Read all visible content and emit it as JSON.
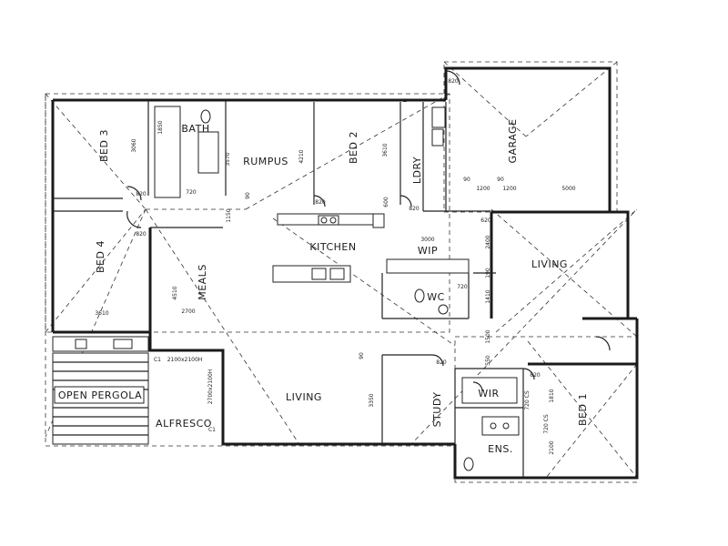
{
  "rooms": {
    "bed3": "BED 3",
    "bath": "BATH",
    "rumpus": "RUMPUS",
    "bed2": "BED 2",
    "ldry": "LDRY",
    "garage": "GARAGE",
    "bed4": "BED 4",
    "meals": "MEALS",
    "kitchen": "KITCHEN",
    "wip": "WIP",
    "wc": "WC",
    "living_right": "LIVING",
    "open_pergola": "OPEN PERGOLA",
    "alfresco": "ALFRESCO",
    "living_main": "LIVING",
    "study": "STUDY",
    "wir": "WIR",
    "bed1": "BED 1",
    "ens": "ENS."
  },
  "dimensions": {
    "d3060": "3060",
    "d1850": "1850",
    "d3570": "3570",
    "d4210": "4210",
    "d3610a": "3610",
    "d1200a": "1200",
    "d1200b": "1200",
    "d5000": "5000",
    "d90a": "90",
    "d90b": "90",
    "d90c": "90",
    "d1150": "1150",
    "d600": "600",
    "d3000": "3000",
    "d2400": "2400",
    "d190": "190",
    "d1410": "1410",
    "d4510": "4510",
    "d2700": "2700",
    "d3610b": "3610",
    "d1500": "1500",
    "d550": "550",
    "d90d": "90",
    "d3350": "3350",
    "d720cs1": "720 CS",
    "d720cs2": "720 CS",
    "d1810": "1810",
    "d2100": "2100",
    "win1": "2100x2100H",
    "win2": "2700x2100H",
    "c1": "C1",
    "c2": "C1"
  },
  "doors": {
    "dr_bed3": "820",
    "dr_bath": "720",
    "dr_bed2": "820",
    "dr_ldry": "820",
    "dr_garage": "820",
    "dr_bed4": "820",
    "dr_wc": "720",
    "dr_living": "620",
    "dr_study": "820",
    "dr_bed1": "820"
  }
}
